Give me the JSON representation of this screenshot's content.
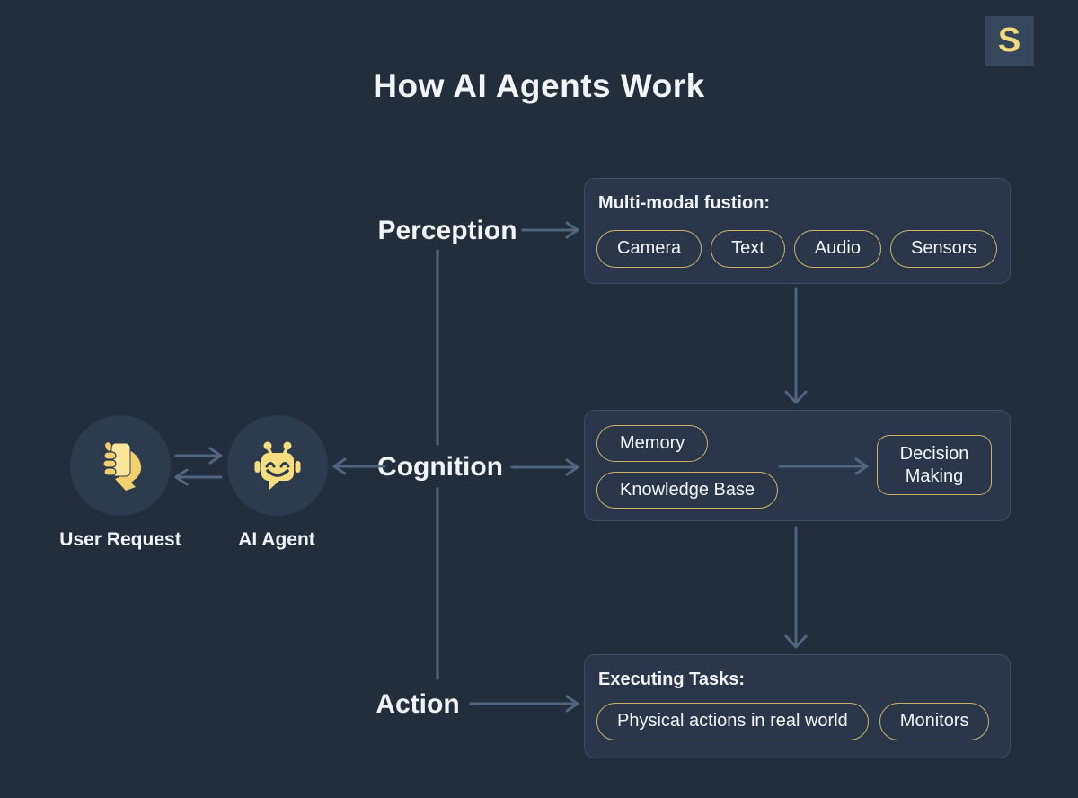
{
  "title": "How AI Agents Work",
  "logo": {
    "letter": "S"
  },
  "actors": {
    "user": {
      "label": "User Request",
      "icon": "phone-in-hand-icon"
    },
    "agent": {
      "label": "AI Agent",
      "icon": "robot-icon"
    }
  },
  "stages": {
    "perception": {
      "label": "Perception"
    },
    "cognition": {
      "label": "Cognition"
    },
    "action": {
      "label": "Action"
    }
  },
  "panels": {
    "perception": {
      "heading": "Multi-modal fustion:",
      "pills": [
        "Camera",
        "Text",
        "Audio",
        "Sensors"
      ]
    },
    "cognition": {
      "pills": [
        "Memory",
        "Knowledge Base"
      ],
      "decision_label": "Decision Making"
    },
    "action": {
      "heading": "Executing Tasks:",
      "pills": [
        "Physical actions in real world",
        "Monitors"
      ]
    }
  },
  "colors": {
    "background": "#232e3d",
    "panel_fill": "#2a3649",
    "panel_border": "#3d4d66",
    "circle_fill": "#2d3b4f",
    "gold_outline": "#cdb368",
    "icon_yellow": "#f8dd7e",
    "arrow": "#50657f",
    "text": "#f2f5f7",
    "logo_bg": "#36475b",
    "logo_letter": "#f3d87e"
  }
}
